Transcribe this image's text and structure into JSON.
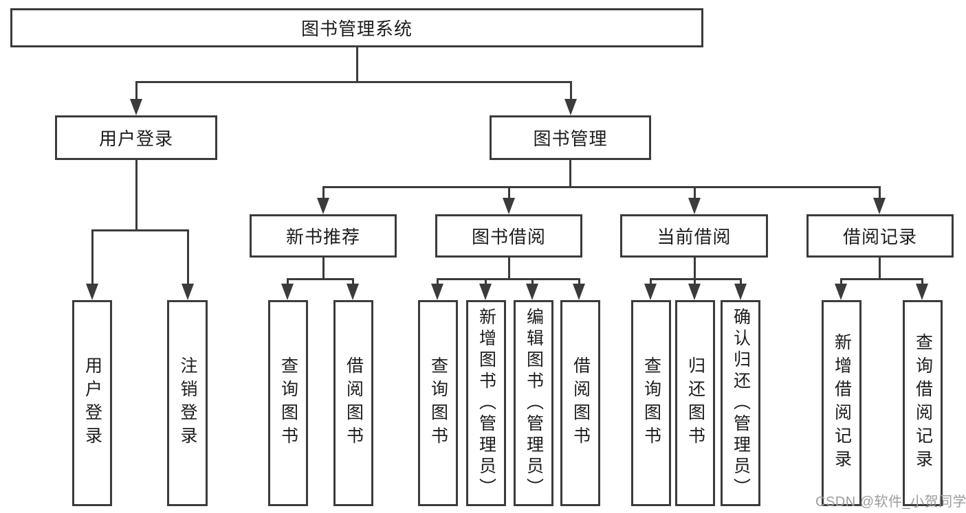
{
  "diagram": {
    "root": {
      "label": "图书管理系统"
    },
    "level1": [
      {
        "label": "用户登录"
      },
      {
        "label": "图书管理"
      }
    ],
    "level2": [
      {
        "label": "新书推荐"
      },
      {
        "label": "图书借阅"
      },
      {
        "label": "当前借阅"
      },
      {
        "label": "借阅记录"
      }
    ],
    "leaves": {
      "login": [
        {
          "label": "用户登录"
        },
        {
          "label": "注销登录"
        }
      ],
      "newbook": [
        {
          "label": "查询图书"
        },
        {
          "label": "借阅图书"
        }
      ],
      "borrow": [
        {
          "label": "查询图书"
        },
        {
          "label": "新增图书（管理员）"
        },
        {
          "label": "编辑图书（管理员）"
        },
        {
          "label": "借阅图书"
        }
      ],
      "current": [
        {
          "label": "查询图书"
        },
        {
          "label": "归还图书"
        },
        {
          "label": "确认归还（管理员）"
        }
      ],
      "records": [
        {
          "label": "新增借阅记录"
        },
        {
          "label": "查询借阅记录"
        }
      ]
    },
    "watermark": "CSDN @软件_小贺同学",
    "colors": {
      "line": "#3b3b3b",
      "text": "#1c1c1c",
      "watermark_gray": "#9c9c9c",
      "background": "#ffffff"
    }
  }
}
